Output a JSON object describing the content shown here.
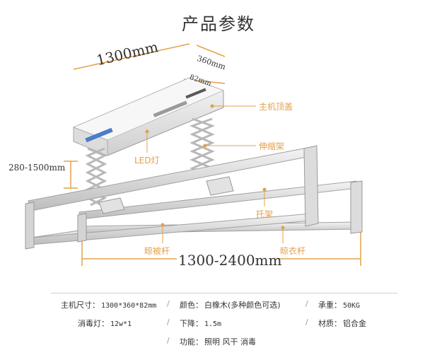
{
  "title": "产品参数",
  "dimensions": {
    "length": "1300mm",
    "width": "360mm",
    "height": "82mm",
    "lift": "280-1500mm",
    "extend": "1300-2400mm"
  },
  "callouts": {
    "top_cover": "主机顶盖",
    "led": "LED灯",
    "scissor": "伸缩架",
    "bracket": "托架",
    "quilt_rod": "晾被杆",
    "clothes_rod": "晾衣杆"
  },
  "specs": {
    "size_label": "主机尺寸：",
    "size_value": "1300*360*82mm",
    "color_label": "颜色：",
    "color_value": "白橡木(多种颜色可选)",
    "load_label": "承重：",
    "load_value": "50KG",
    "uv_label": "消毒灯：",
    "uv_value": "12w*1",
    "drop_label": "下降：",
    "drop_value": "1.5m",
    "material_label": "材质：",
    "material_value": "铝合金",
    "func_label": "功能：",
    "func_value": "照明 风干 消毒",
    "sep": "/"
  },
  "colors": {
    "accent": "#e5a04c",
    "frame": "#d9d9d9",
    "frame_dark": "#a9a9a9"
  }
}
